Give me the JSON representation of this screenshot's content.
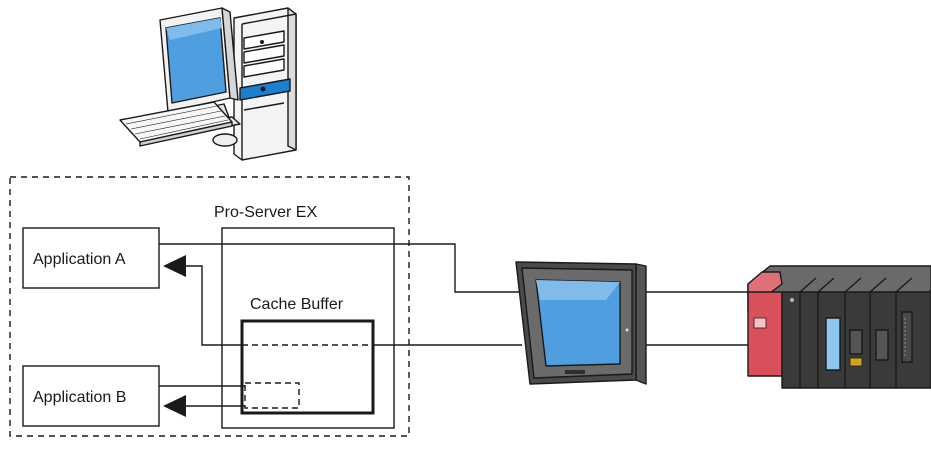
{
  "diagram": {
    "server_label": "Pro-Server EX",
    "cache_label": "Cache Buffer",
    "app_a_label": "Application A",
    "app_b_label": "Application B"
  },
  "colors": {
    "line": "#1a1a1a",
    "monitor_body": "#f2f2f2",
    "screen_blue": "#4f9ee0",
    "drive_blue": "#1a7fd0",
    "hmi_frame": "#4a4a4a",
    "plc_red": "#d9505a",
    "plc_body": "#3a3a3a",
    "plc_module_blue": "#8ec7ee"
  },
  "icons": [
    "desktop-computer-icon",
    "hmi-touch-panel-icon",
    "plc-rack-icon",
    "arrow-head-left-icon"
  ]
}
